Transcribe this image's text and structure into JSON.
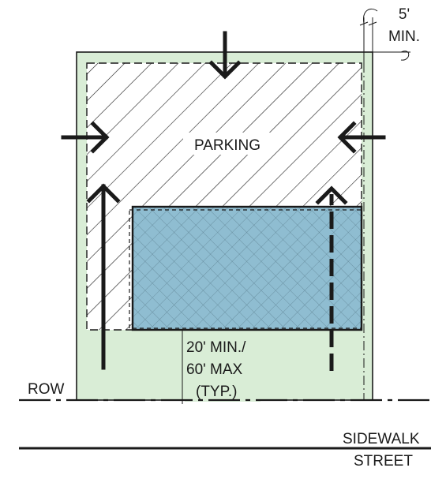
{
  "labels": {
    "parking": "PARKING",
    "setback_min_line1": "5'",
    "setback_min_line2": "MIN.",
    "frontage_line1": "20' MIN./",
    "frontage_line2": "60' MAX",
    "frontage_line3": "(TYP.)",
    "row": "ROW",
    "sidewalk": "SIDEWALK",
    "street": "STREET"
  },
  "colors": {
    "lot": "#d9edd6",
    "building": "#8fbdd1",
    "line": "#1a1a1a"
  }
}
